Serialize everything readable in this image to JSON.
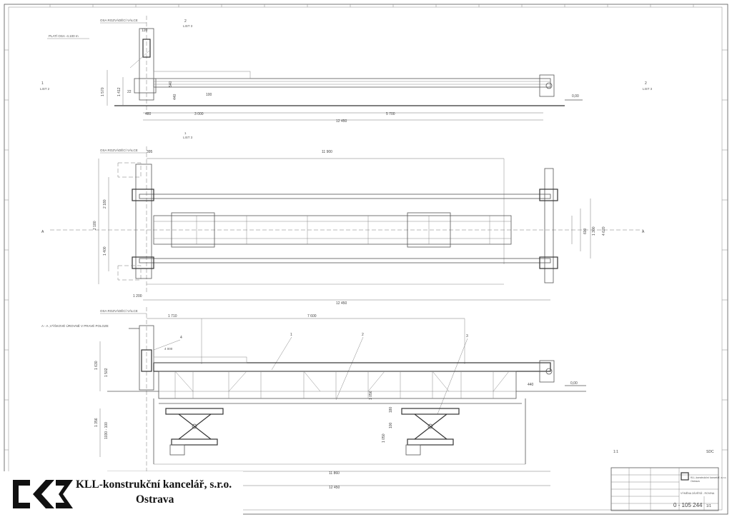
{
  "views": {
    "top": {
      "roll_axis_label": "OSA ROZVÁDĚCÍ VÁLCE",
      "level_note": "PLATÍ OSA -4.100 m",
      "section_marker": "2",
      "section_sheet": "LIST 3",
      "right_marker": "2",
      "right_sheet": "LIST 3",
      "left_marker": "1",
      "left_sheet": "LIST 2",
      "dims": {
        "d120": "120",
        "d1570": "1 570",
        "d1412": "1 412",
        "d540": "540",
        "d440": "440",
        "d100": "100",
        "d480": "480",
        "d3000": "3 000",
        "d5700": "5 700",
        "d12450": "12 450",
        "level": "0,00",
        "d22": "22"
      }
    },
    "plan": {
      "roll_axis_label": "OSA ROZVÁDĚCÍ VÁLCE",
      "section_marker": "1",
      "section_sheet": "LIST 3",
      "left_marker": "A",
      "right_marker": "A",
      "dims": {
        "d395": "395",
        "d11900": "11 900",
        "d2180": "2 180",
        "d2180b": "2 180",
        "d1400": "1 400",
        "d600": "600",
        "d1300": "1 300",
        "d4620": "4 620",
        "d1200": "1 200",
        "d12450": "12 450"
      }
    },
    "section": {
      "roll_axis_label": "OSA ROZVÁDĚCÍ VÁLCE",
      "title": "A - A  ,VÝŠKOVÉ ÚROVNĚ V PRAVÉ POLOZE",
      "callouts": [
        "1",
        "2",
        "3",
        "4"
      ],
      "dims": {
        "d1710": "1 710",
        "d7600": "7 600",
        "d1630": "1 630",
        "d1502": "1 502",
        "d1056": "1 056",
        "d1356": "1 356",
        "d1030": "1030 - 100",
        "d4000": "4 000",
        "d100": "100",
        "d180": "180",
        "d1050": "1 050",
        "d440": "440",
        "level": "0,00",
        "d11860": "11 860",
        "d12450": "12 450"
      }
    }
  },
  "title_block": {
    "scale_label": "1:1",
    "sheet_label": "SDC",
    "company": "KLL-konstrukční kancelář, s.r.o.",
    "city": "Ostrava",
    "drawing_title": "VÝMĚNA ZÁVĚSŮ - ROVINA",
    "drawing_number": "0 - 105 244",
    "sheet_counter": "1/1"
  },
  "logo": {
    "name": "KLL-konstrukční kancelář, s.r.o.",
    "city": "Ostrava"
  }
}
